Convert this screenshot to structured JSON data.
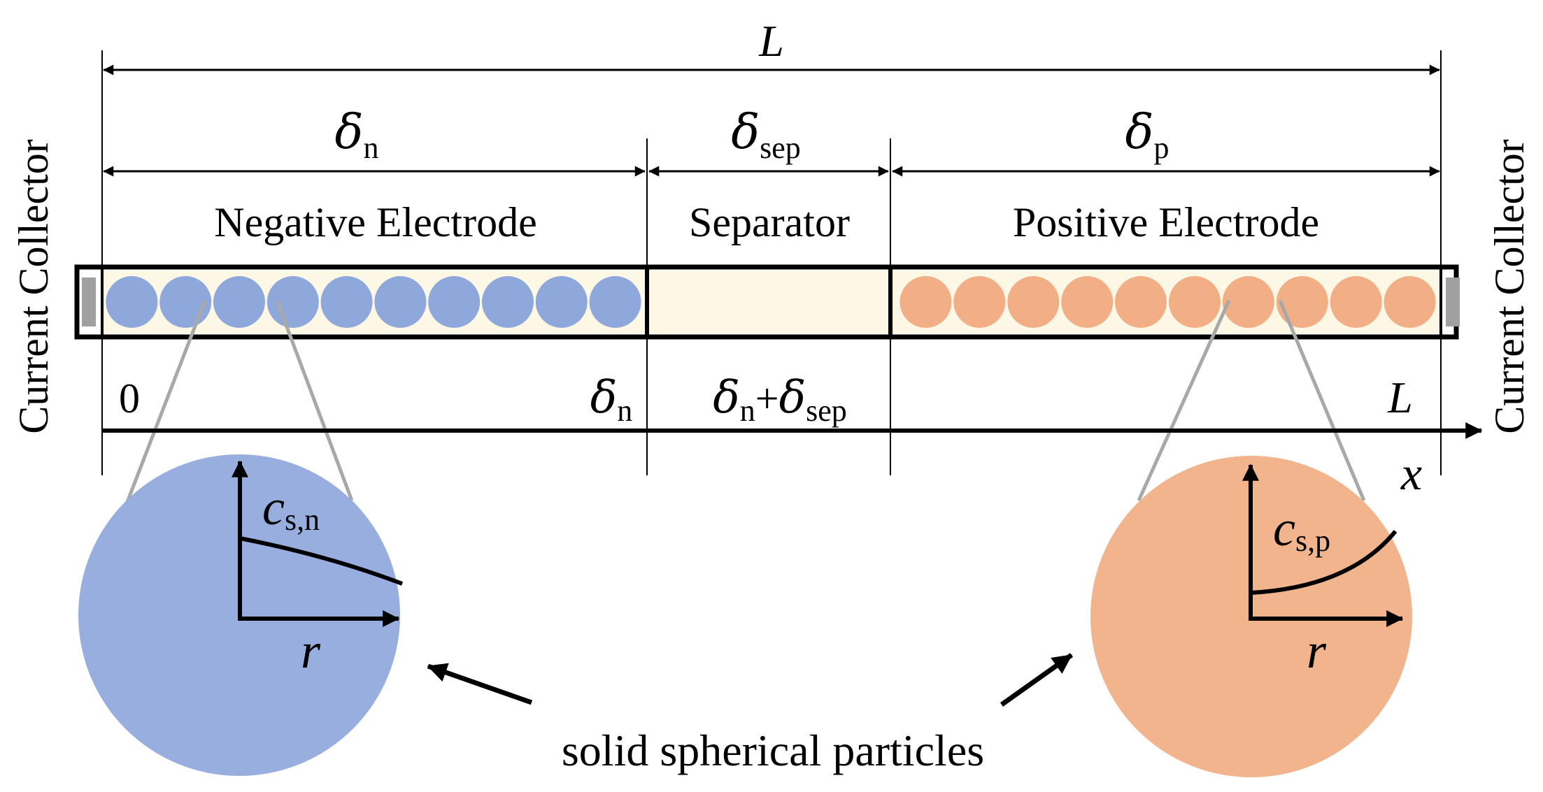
{
  "labels": {
    "left_collector": "Current Collector",
    "right_collector": "Current Collector",
    "total_length": "L",
    "negative_electrode": "Negative Electrode",
    "separator": "Separator",
    "positive_electrode": "Positive Electrode",
    "solid_particles": "solid spherical particles"
  },
  "dimensions": {
    "delta_symbol": "δ",
    "neg_sub": "n",
    "sep_sub": "sep",
    "pos_sub": "p"
  },
  "axis": {
    "origin": "0",
    "tick_neg_sym": "δ",
    "tick_neg_sub": "n",
    "tick_sep_sym1": "δ",
    "tick_sep_sub1": "n",
    "tick_sep_plus": "+",
    "tick_sep_sym2": "δ",
    "tick_sep_sub2": "sep",
    "tick_end": "L",
    "x_label": "x"
  },
  "particles": {
    "neg_count": 10,
    "pos_count": 10,
    "neg_conc_main": "c",
    "neg_conc_sub": "s,n",
    "pos_conc_main": "c",
    "pos_conc_sub": "s,p",
    "radial_label": "r"
  },
  "colors": {
    "negative": "#8FA8DC",
    "positive": "#F2AF85",
    "electrolyte": "#FDF8E6",
    "collector": "#A0A0A0",
    "ink": "#000000",
    "leader": "#A8A8A8"
  }
}
